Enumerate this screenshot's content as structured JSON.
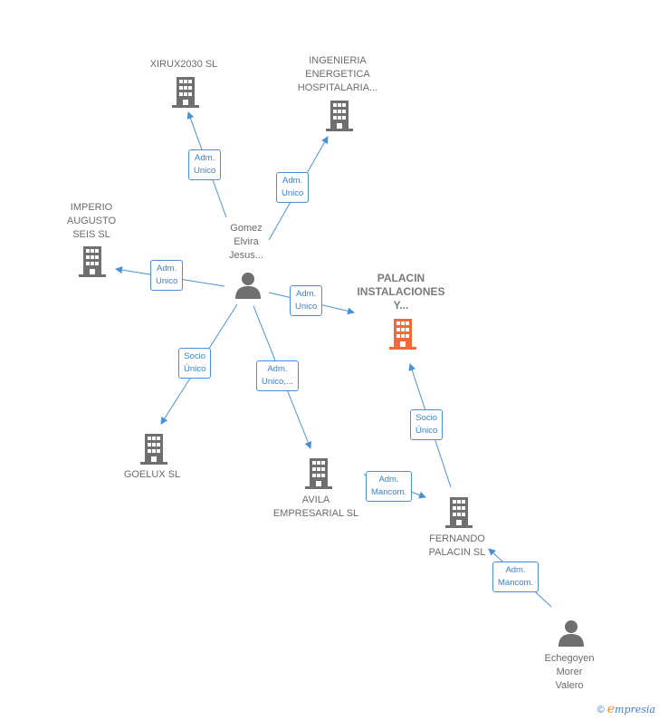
{
  "colors": {
    "edge": "#4a90d9",
    "building": "#6f6f6f",
    "focus_building": "#f26a3b",
    "person": "#6f6f6f"
  },
  "nodes": {
    "xirux": {
      "label": [
        "XIRUX2030  SL"
      ],
      "icon": "building-icon"
    },
    "ingenieria": {
      "label": [
        "INGENIERIA",
        "ENERGETICA",
        "HOSPITALARIA..."
      ],
      "icon": "building-icon"
    },
    "imperio": {
      "label": [
        "IMPERIO",
        "AUGUSTO",
        "SEIS  SL"
      ],
      "icon": "building-icon"
    },
    "gomez": {
      "label": [
        "Gomez",
        "Elvira",
        "Jesus..."
      ],
      "icon": "person-icon"
    },
    "palacin_inst": {
      "label": [
        "PALACIN",
        "INSTALACIONES",
        "Y..."
      ],
      "icon": "building-icon"
    },
    "goelux": {
      "label": [
        "GOELUX SL"
      ],
      "icon": "building-icon"
    },
    "avila": {
      "label": [
        "AVILA",
        "EMPRESARIAL SL"
      ],
      "icon": "building-icon"
    },
    "fernando": {
      "label": [
        "FERNANDO",
        "PALACIN  SL"
      ],
      "icon": "building-icon"
    },
    "echegoyen": {
      "label": [
        "Echegoyen",
        "Morer",
        "Valero"
      ],
      "icon": "person-icon"
    }
  },
  "edges": {
    "e1": [
      "Adm.",
      "Unico"
    ],
    "e2": [
      "Adm.",
      "Unico"
    ],
    "e3": [
      "Adm.",
      "Unico"
    ],
    "e4": [
      "Adm.",
      "Unico"
    ],
    "e5": [
      "Socio",
      "Único"
    ],
    "e6": [
      "Adm.",
      "Unico,..."
    ],
    "e7": [
      "Adm.",
      "Mancom."
    ],
    "e8": [
      "Socio",
      "Único"
    ],
    "e9": [
      "Adm.",
      "Mancom."
    ]
  },
  "footer": {
    "copyright": "©",
    "brand_initial": "e",
    "brand_rest": "mpresia"
  }
}
